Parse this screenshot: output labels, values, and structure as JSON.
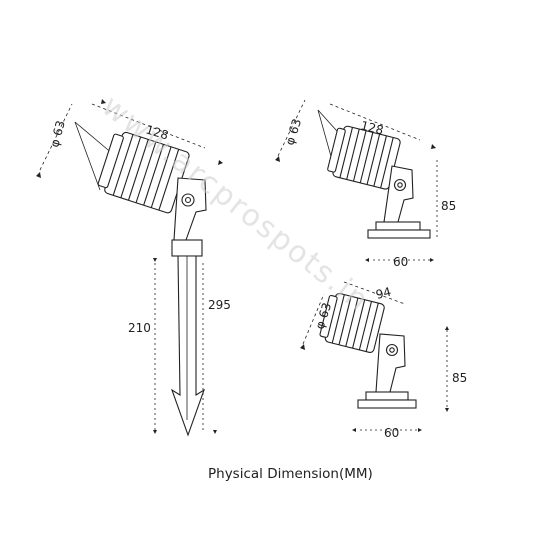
{
  "caption": "Physical Dimension(MM)",
  "watermark": "www.arcprospots.in",
  "spike_light": {
    "diameter_label": "φ 63",
    "length_label": "128",
    "spike_length_label": "295",
    "total_height_label": "210"
  },
  "base_light_large": {
    "diameter_label": "φ 63",
    "length_label": "128",
    "height_label": "85",
    "base_width_label": "60"
  },
  "base_light_small": {
    "diameter_label": "φ 63",
    "length_label": "94",
    "height_label": "85",
    "base_width_label": "60"
  },
  "colors": {
    "line": "#222222",
    "watermark": "#cfcfcf"
  }
}
